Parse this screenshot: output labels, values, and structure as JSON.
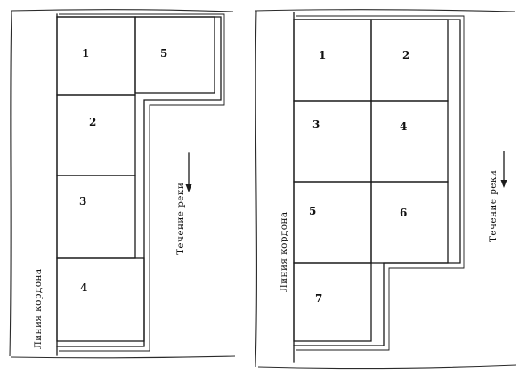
{
  "left_diagram": {
    "cordon_label": "Линия кордона",
    "river_label": "Течение реки",
    "plots": [
      "1",
      "5",
      "2",
      "3",
      "4"
    ]
  },
  "right_diagram": {
    "cordon_label": "Линия кордона",
    "river_label": "Течение реки",
    "plots": [
      "1",
      "2",
      "3",
      "4",
      "5",
      "6",
      "7"
    ]
  },
  "colors": {
    "ink": "#1b1b1b",
    "paper": "#ffffff"
  }
}
